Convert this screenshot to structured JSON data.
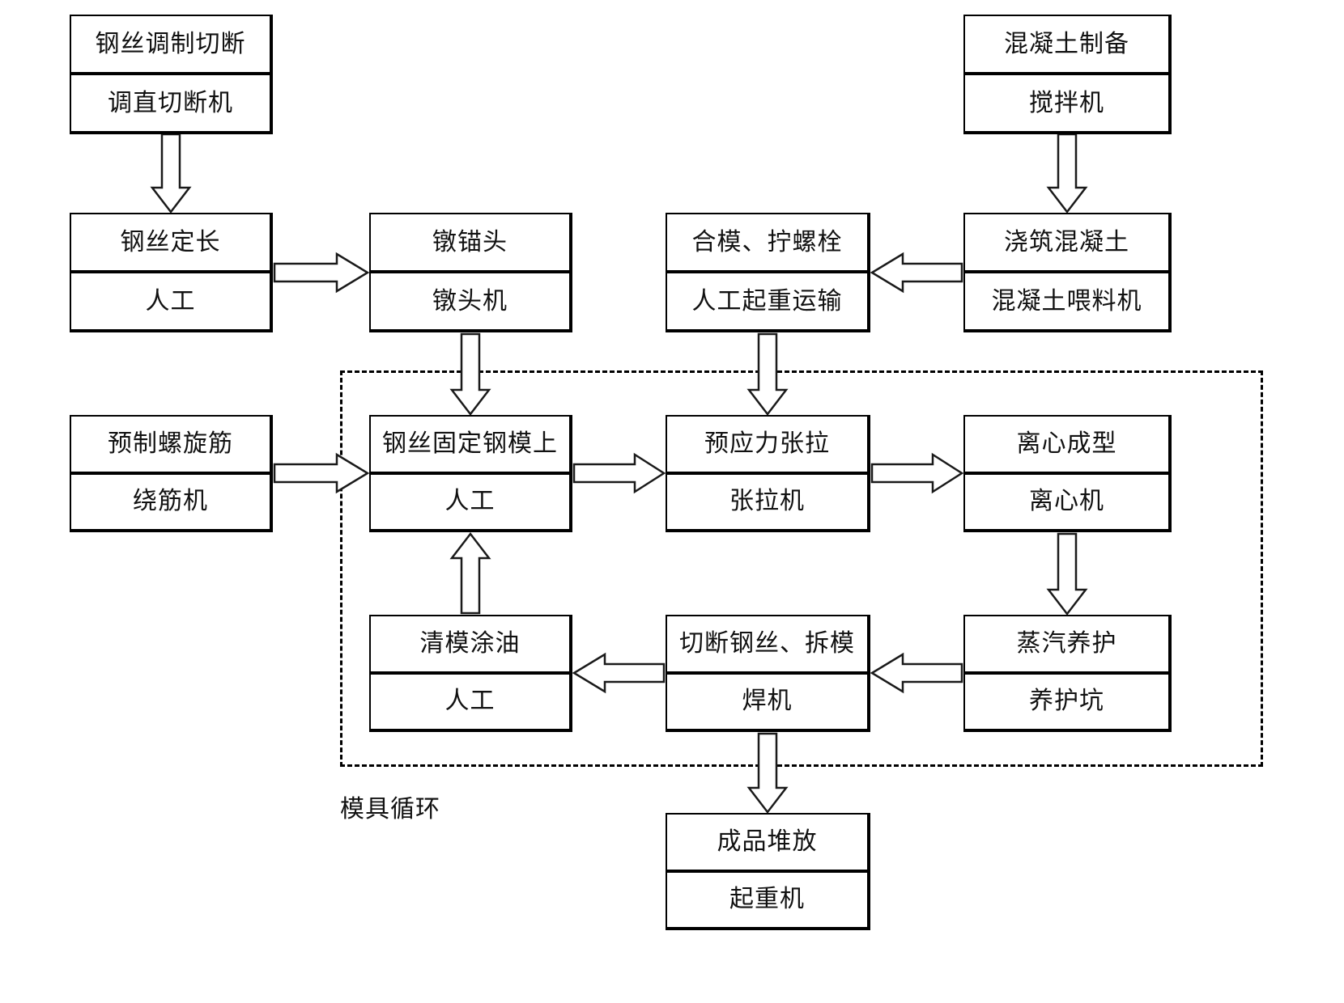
{
  "diagram": {
    "title_label": "模具循环",
    "colors": {
      "line": "#1a1a1a",
      "box_fill": "#ffffff",
      "text": "#111111"
    },
    "nodes": [
      {
        "id": "n1",
        "process": "钢丝调制切断",
        "resource": "调直切断机"
      },
      {
        "id": "n2",
        "process": "混凝土制备",
        "resource": "搅拌机"
      },
      {
        "id": "n3",
        "process": "钢丝定长",
        "resource": "人工"
      },
      {
        "id": "n4",
        "process": "镦锚头",
        "resource": "镦头机"
      },
      {
        "id": "n5",
        "process": "合模、拧螺栓",
        "resource": "人工起重运输"
      },
      {
        "id": "n6",
        "process": "浇筑混凝土",
        "resource": "混凝土喂料机"
      },
      {
        "id": "n7",
        "process": "预制螺旋筋",
        "resource": "绕筋机"
      },
      {
        "id": "n8",
        "process": "钢丝固定钢模上",
        "resource": "人工"
      },
      {
        "id": "n9",
        "process": "预应力张拉",
        "resource": "张拉机"
      },
      {
        "id": "n10",
        "process": "离心成型",
        "resource": "离心机"
      },
      {
        "id": "n11",
        "process": "清模涂油",
        "resource": "人工"
      },
      {
        "id": "n12",
        "process": "切断钢丝、拆模",
        "resource": "焊机"
      },
      {
        "id": "n13",
        "process": "蒸汽养护",
        "resource": "养护坑"
      },
      {
        "id": "n14",
        "process": "成品堆放",
        "resource": "起重机"
      }
    ],
    "edges": [
      {
        "from": "n1",
        "to": "n3",
        "direction": "down"
      },
      {
        "from": "n2",
        "to": "n6",
        "direction": "down"
      },
      {
        "from": "n3",
        "to": "n4",
        "direction": "right"
      },
      {
        "from": "n6",
        "to": "n5",
        "direction": "left"
      },
      {
        "from": "n4",
        "to": "n8",
        "direction": "down"
      },
      {
        "from": "n5",
        "to": "n9",
        "direction": "down"
      },
      {
        "from": "n7",
        "to": "n8",
        "direction": "right"
      },
      {
        "from": "n8",
        "to": "n9",
        "direction": "right"
      },
      {
        "from": "n9",
        "to": "n10",
        "direction": "right"
      },
      {
        "from": "n10",
        "to": "n13",
        "direction": "down"
      },
      {
        "from": "n13",
        "to": "n12",
        "direction": "left"
      },
      {
        "from": "n12",
        "to": "n11",
        "direction": "left"
      },
      {
        "from": "n11",
        "to": "n8",
        "direction": "up"
      },
      {
        "from": "n12",
        "to": "n14",
        "direction": "down"
      }
    ]
  }
}
